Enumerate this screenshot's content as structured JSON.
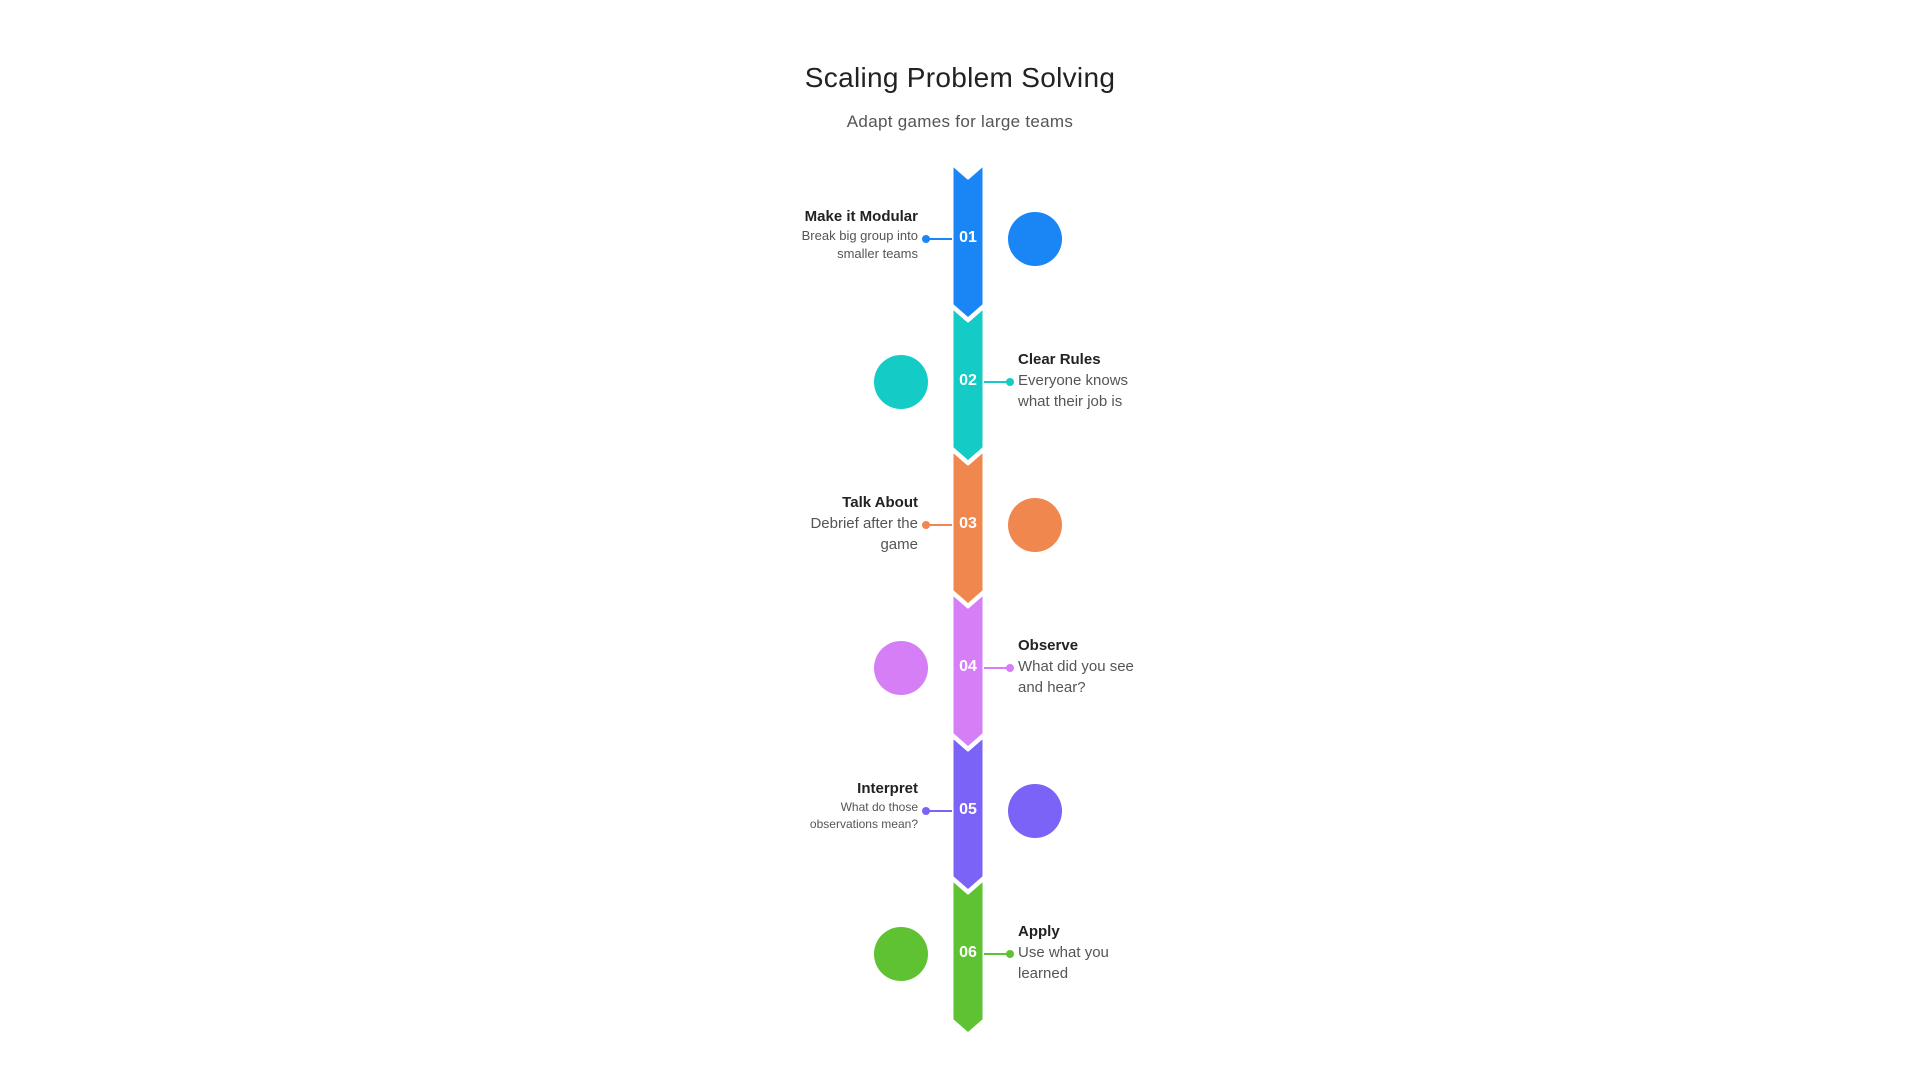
{
  "title": "Scaling Problem Solving",
  "subtitle": "Adapt games for large teams",
  "steps": [
    {
      "number": "01",
      "heading": "Make it Modular",
      "description": "Break big group into smaller teams",
      "color": "#1a86f5",
      "text_side": "left",
      "size": "small"
    },
    {
      "number": "02",
      "heading": "Clear Rules",
      "description": "Everyone knows what their job is",
      "color": "#15cbc6",
      "text_side": "right",
      "size": "normal"
    },
    {
      "number": "03",
      "heading": "Talk About",
      "description": "Debrief after the game",
      "color": "#f0874f",
      "text_side": "left",
      "size": "normal"
    },
    {
      "number": "04",
      "heading": "Observe",
      "description": "What did you see and hear?",
      "color": "#d57ef6",
      "text_side": "right",
      "size": "normal"
    },
    {
      "number": "05",
      "heading": "Interpret",
      "description": "What do those observations mean?",
      "color": "#7a63f6",
      "text_side": "left",
      "size": "tiny"
    },
    {
      "number": "06",
      "heading": "Apply",
      "description": "Use what you learned",
      "color": "#5ec232",
      "text_side": "right",
      "size": "normal"
    }
  ]
}
